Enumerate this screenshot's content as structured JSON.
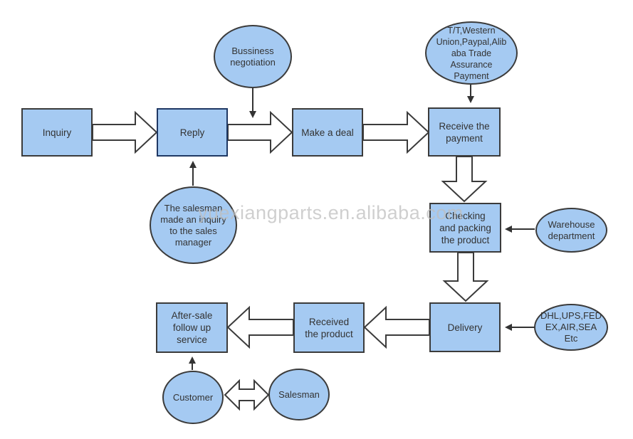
{
  "diagram": {
    "type": "flowchart",
    "watermark": "yuexiangparts.en.alibaba.com",
    "colors": {
      "node_fill": "#a5caf2",
      "node_border": "#3b3b3b",
      "reply_node_border": "#1f3864",
      "arrow_outline": "#3b3b3b",
      "arrow_fill": "#ffffff",
      "text": "#333333",
      "watermark": "#bfbfbf",
      "background": "#ffffff"
    },
    "nodes": {
      "inquiry": "Inquiry",
      "reply": "Reply",
      "make_a_deal": "Make a deal",
      "receive_payment": "Receive the\npayment",
      "business_negotiation": "Bussiness\nnegotiation",
      "payment_methods": "T/T,Western\nUnion,Paypal,Alib\naba Trade\nAssurance\nPayment",
      "salesman_inquiry": "The salesman\nmade an inquiry\nto the sales\nmanager",
      "checking": "Checking\nand packing\nthe product",
      "warehouse": "Warehouse\ndepartment",
      "delivery": "Delivery",
      "couriers": "DHL,UPS,FED\nEX,AIR,SEA\nEtc",
      "received_product": "Received\nthe product",
      "after_sale": "After-sale\nfollow up\nservice",
      "customer": "Customer",
      "salesman": "Salesman"
    },
    "edges": [
      {
        "from": "inquiry",
        "to": "reply",
        "style": "block-arrow"
      },
      {
        "from": "reply",
        "to": "make_a_deal",
        "style": "block-arrow"
      },
      {
        "from": "make_a_deal",
        "to": "receive_payment",
        "style": "block-arrow"
      },
      {
        "from": "receive_payment",
        "to": "checking",
        "style": "block-arrow"
      },
      {
        "from": "checking",
        "to": "delivery",
        "style": "block-arrow"
      },
      {
        "from": "delivery",
        "to": "received_product",
        "style": "block-arrow"
      },
      {
        "from": "received_product",
        "to": "after_sale",
        "style": "block-arrow"
      },
      {
        "from": "customer",
        "to": "salesman",
        "style": "double-block-arrow"
      },
      {
        "from": "business_negotiation",
        "to": "reply_to_make_a_deal_transition",
        "style": "thin-arrow"
      },
      {
        "from": "payment_methods",
        "to": "receive_payment",
        "style": "thin-arrow"
      },
      {
        "from": "salesman_inquiry",
        "to": "reply",
        "style": "thin-arrow"
      },
      {
        "from": "warehouse",
        "to": "checking",
        "style": "thin-arrow"
      },
      {
        "from": "couriers",
        "to": "delivery",
        "style": "thin-arrow"
      },
      {
        "from": "customer",
        "to": "after_sale",
        "style": "thin-arrow"
      }
    ]
  }
}
